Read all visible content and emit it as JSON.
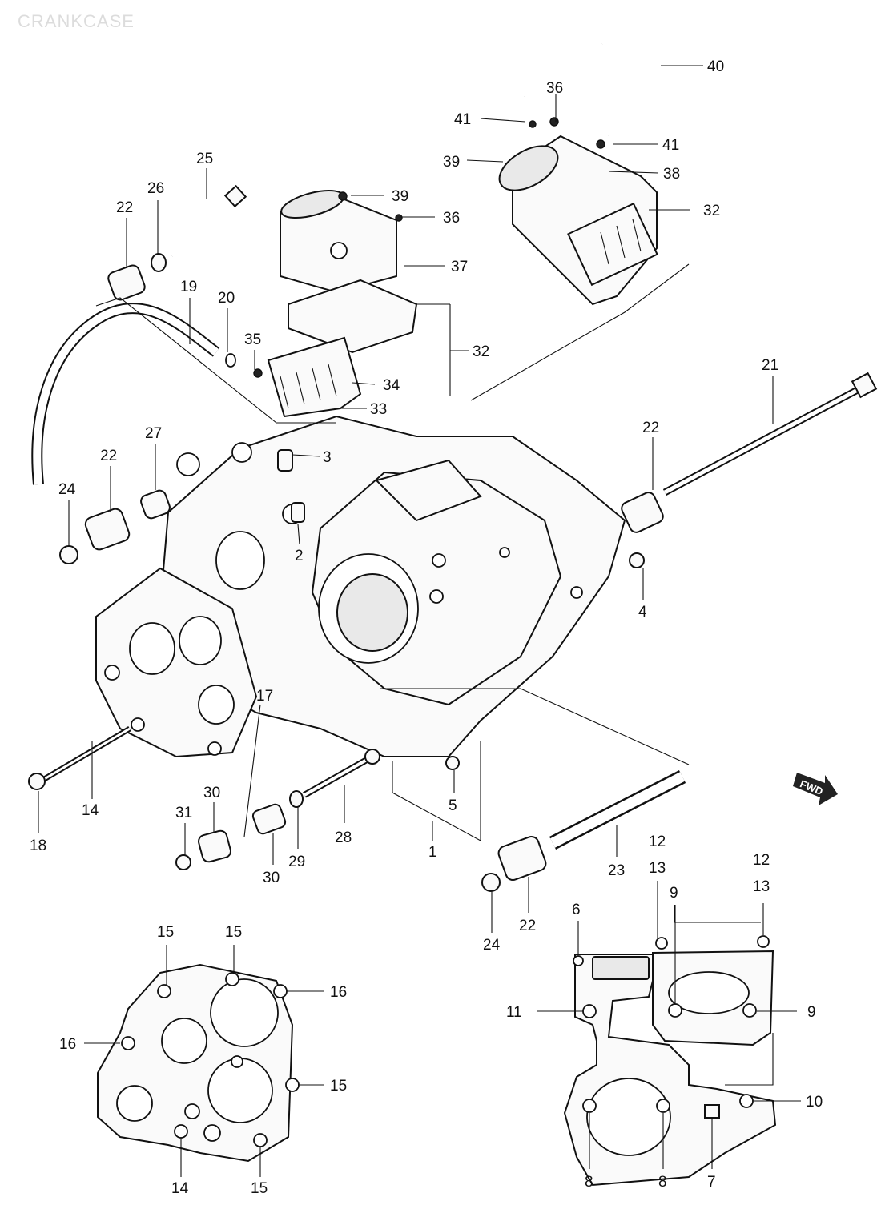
{
  "diagram": {
    "watermark": "CRANKCASE",
    "forward_mark": "FWD",
    "labels": {
      "l40": "40",
      "l36a": "36",
      "l41a": "41",
      "l41b": "41",
      "l39a": "39",
      "l38": "38",
      "l32a": "32",
      "l39b": "39",
      "l36b": "36",
      "l37": "37",
      "l32b": "32",
      "l34": "34",
      "l33": "33",
      "l35": "35",
      "l25": "25",
      "l26": "26",
      "l22a": "22",
      "l19": "19",
      "l20": "20",
      "l21": "21",
      "l22b": "22",
      "l27": "27",
      "l22c": "22",
      "l24a": "24",
      "l3": "3",
      "l2": "2",
      "l4": "4",
      "l17": "17",
      "l14a": "14",
      "l18": "18",
      "l31": "31",
      "l30a": "30",
      "l30b": "30",
      "l29": "29",
      "l28": "28",
      "l5": "5",
      "l1": "1",
      "l23": "23",
      "l22d": "22",
      "l24b": "24",
      "l12a": "12",
      "l13a": "13",
      "l12b": "12",
      "l13b": "13",
      "l6": "6",
      "l9a": "9",
      "l9b": "9",
      "l11": "11",
      "l10": "10",
      "l8a": "8",
      "l8b": "8",
      "l7": "7",
      "l15a": "15",
      "l15b": "15",
      "l16a": "16",
      "l16b": "16",
      "l15c": "15",
      "l14b": "14",
      "l15d": "15"
    }
  }
}
